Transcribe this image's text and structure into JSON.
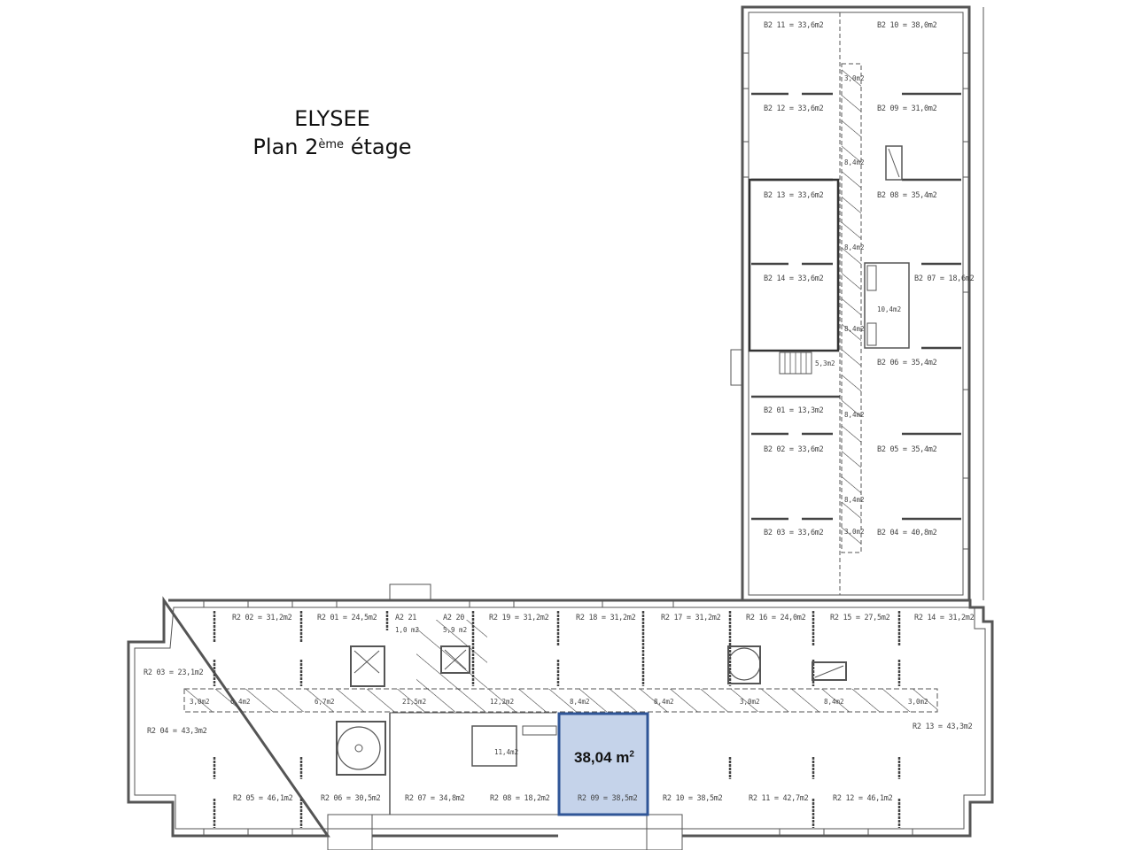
{
  "title": {
    "building": "ELYSEE",
    "plan_prefix": "Plan 2",
    "plan_sup": "ème",
    "plan_suffix": " étage"
  },
  "highlight": {
    "area_value": "38,04 m",
    "area_sup": "2",
    "room": "R2 09 = 38,5m2",
    "fill": "#c5d3ea",
    "stroke": "#2f5597"
  },
  "wing_b": {
    "rooms": [
      {
        "id": "B2 11",
        "label": "B2 11 = 33,6m2"
      },
      {
        "id": "B2 10",
        "label": "B2 10 = 38,0m2"
      },
      {
        "id": "B2 12",
        "label": "B2 12 = 33,6m2"
      },
      {
        "id": "B2 09",
        "label": "B2 09 = 31,0m2"
      },
      {
        "id": "B2 13",
        "label": "B2 13 = 33,6m2"
      },
      {
        "id": "B2 08",
        "label": "B2 08 = 35,4m2"
      },
      {
        "id": "B2 14",
        "label": "B2 14 = 33,6m2"
      },
      {
        "id": "B2 07",
        "label": "B2 07 = 18,6m2"
      },
      {
        "id": "B2 06",
        "label": "B2 06 = 35,4m2"
      },
      {
        "id": "B2 01",
        "label": "B2 01 = 13,3m2"
      },
      {
        "id": "B2 02",
        "label": "B2 02 = 33,6m2"
      },
      {
        "id": "B2 05",
        "label": "B2 05 = 35,4m2"
      },
      {
        "id": "B2 03",
        "label": "B2 03 = 33,6m2"
      },
      {
        "id": "B2 04",
        "label": "B2 04 = 40,8m2"
      }
    ],
    "corridor_labels": [
      "3,0m2",
      "8,4m2",
      "8,4m2",
      "8,4m2",
      "8,4m2",
      "8,4m2",
      "3,0m2"
    ],
    "misc_labels": [
      "5,3m2",
      "10,4m2"
    ]
  },
  "wing_a": {
    "rooms": [
      {
        "id": "R2 02",
        "label": "R2 02 = 31,2m2"
      },
      {
        "id": "R2 01",
        "label": "R2 01 = 24,5m2"
      },
      {
        "id": "A2 21",
        "label": "A2 21",
        "sub": "1,0 m2"
      },
      {
        "id": "A2 20",
        "label": "A2 20",
        "sub": "5,9 m2"
      },
      {
        "id": "R2 19",
        "label": "R2 19 = 31,2m2"
      },
      {
        "id": "R2 18",
        "label": "R2 18 = 31,2m2"
      },
      {
        "id": "R2 17",
        "label": "R2 17 = 31,2m2"
      },
      {
        "id": "R2 16",
        "label": "R2 16 = 24,0m2"
      },
      {
        "id": "R2 15",
        "label": "R2 15 = 27,5m2"
      },
      {
        "id": "R2 14",
        "label": "R2 14 = 31,2m2"
      },
      {
        "id": "R2 03",
        "label": "R2 03 = 23,1m2"
      },
      {
        "id": "R2 04",
        "label": "R2 04 = 43,3m2"
      },
      {
        "id": "R2 13",
        "label": "R2 13 = 43,3m2"
      },
      {
        "id": "R2 05",
        "label": "R2 05 = 46,1m2"
      },
      {
        "id": "R2 06",
        "label": "R2 06 = 30,5m2"
      },
      {
        "id": "R2 07",
        "label": "R2 07 = 34,8m2"
      },
      {
        "id": "R2 08",
        "label": "R2 08 = 18,2m2"
      },
      {
        "id": "R2 09",
        "label": "R2 09 = 38,5m2"
      },
      {
        "id": "R2 10",
        "label": "R2 10 = 38,5m2"
      },
      {
        "id": "R2 11",
        "label": "R2 11 = 42,7m2"
      },
      {
        "id": "R2 12",
        "label": "R2 12 = 46,1m2"
      }
    ],
    "corridor_labels": [
      "3,0m2",
      "6,4m2",
      "6,7m2",
      "21,5m2",
      "12,2m2",
      "8,4m2",
      "8,4m2",
      "3,0m2",
      "8,4m2",
      "3,0m2"
    ],
    "misc_labels": [
      "11,4m2"
    ]
  }
}
